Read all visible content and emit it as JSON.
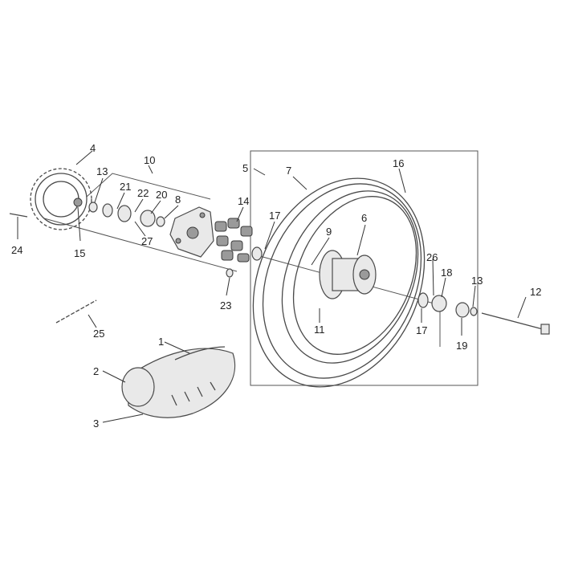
{
  "diagram": {
    "callouts": [
      "1",
      "2",
      "3",
      "4",
      "5",
      "6",
      "7",
      "8",
      "9",
      "10",
      "11",
      "12",
      "13",
      "13",
      "14",
      "15",
      "16",
      "17",
      "17",
      "18",
      "19",
      "20",
      "21",
      "22",
      "23",
      "24",
      "25",
      "26",
      "27"
    ]
  }
}
